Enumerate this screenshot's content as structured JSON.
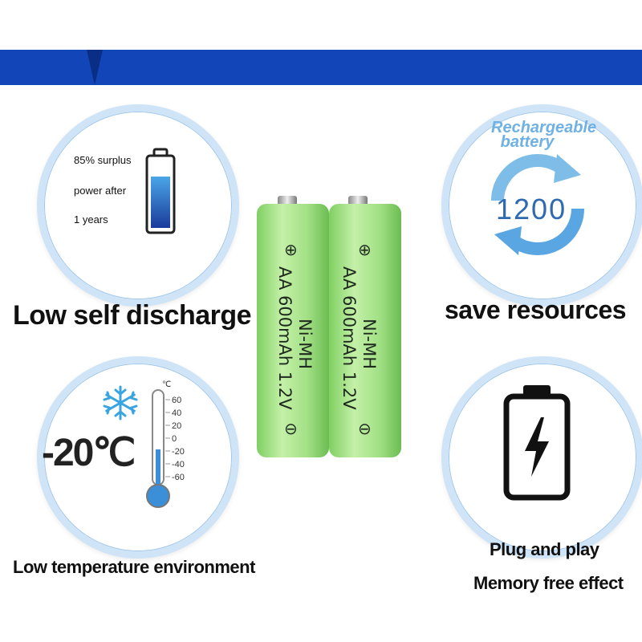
{
  "features": {
    "low_self_discharge": {
      "caption": "Low self discharge",
      "lines": [
        "85% surplus",
        "power after",
        "1 years"
      ],
      "icon": "battery-level-icon"
    },
    "save_resources": {
      "caption": "save resources",
      "badge_label": "Rechargeable battery",
      "cycle_count": "1200",
      "icon": "recycle-arrows-icon"
    },
    "low_temperature": {
      "caption": "Low temperature environment",
      "temperature": "-20℃",
      "thermometer_unit": "℃",
      "thermometer_scale": [
        "60",
        "40",
        "20",
        "0",
        "-20",
        "-40",
        "-60"
      ],
      "icon": "snowflake-icon"
    },
    "plug_and_play": {
      "caption_1": "Plug and play",
      "caption_2": "Memory free effect",
      "icon": "battery-charge-icon"
    }
  },
  "battery": {
    "chemistry": "Ni-MH",
    "spec": "AA 600mAh 1.2V",
    "positive_symbol": "⊕",
    "negative_symbol": "⊖",
    "color": "#a8e58a"
  },
  "colors": {
    "banner": "#1245b8",
    "circle_ring": "#cfe4f6",
    "accent_blue": "#4a9be0"
  }
}
